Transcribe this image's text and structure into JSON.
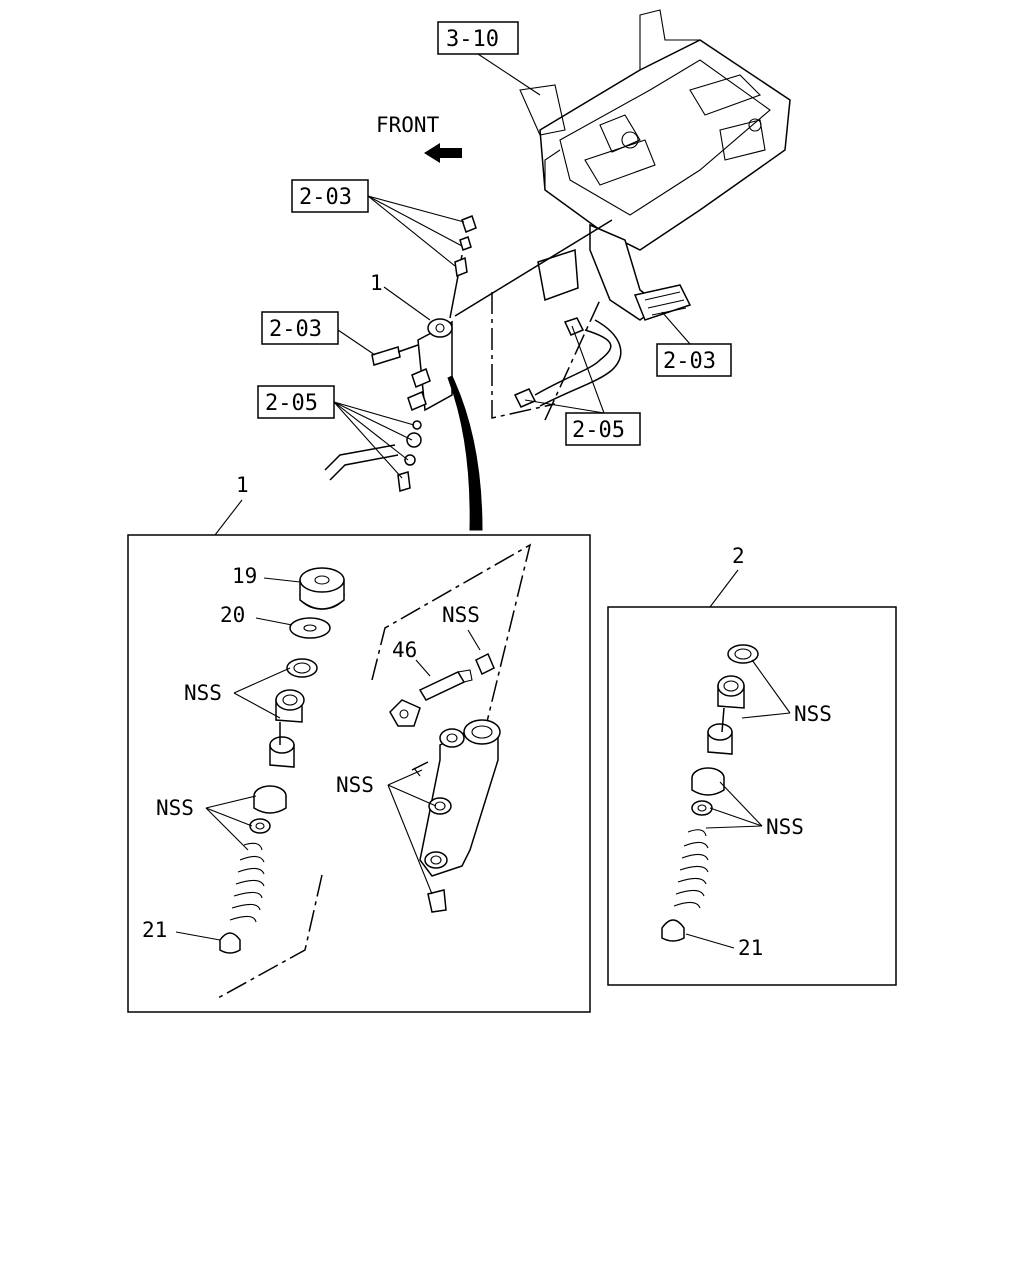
{
  "direction": {
    "label": "FRONT"
  },
  "refs": {
    "r_3_10": "3-10",
    "r_2_03_a": "2-03",
    "r_2_03_b": "2-03",
    "r_2_03_c": "2-03",
    "r_2_05_a": "2-05",
    "r_2_05_b": "2-05"
  },
  "callouts": {
    "c_1_top": "1",
    "c_1_box": "1",
    "c_2_box": "2",
    "c_19": "19",
    "c_20": "20",
    "c_46": "46",
    "c_21_left": "21",
    "c_21_right": "21",
    "nss_1": "NSS",
    "nss_2": "NSS",
    "nss_3": "NSS",
    "nss_4": "NSS",
    "nss_5": "NSS",
    "nss_6": "NSS"
  }
}
